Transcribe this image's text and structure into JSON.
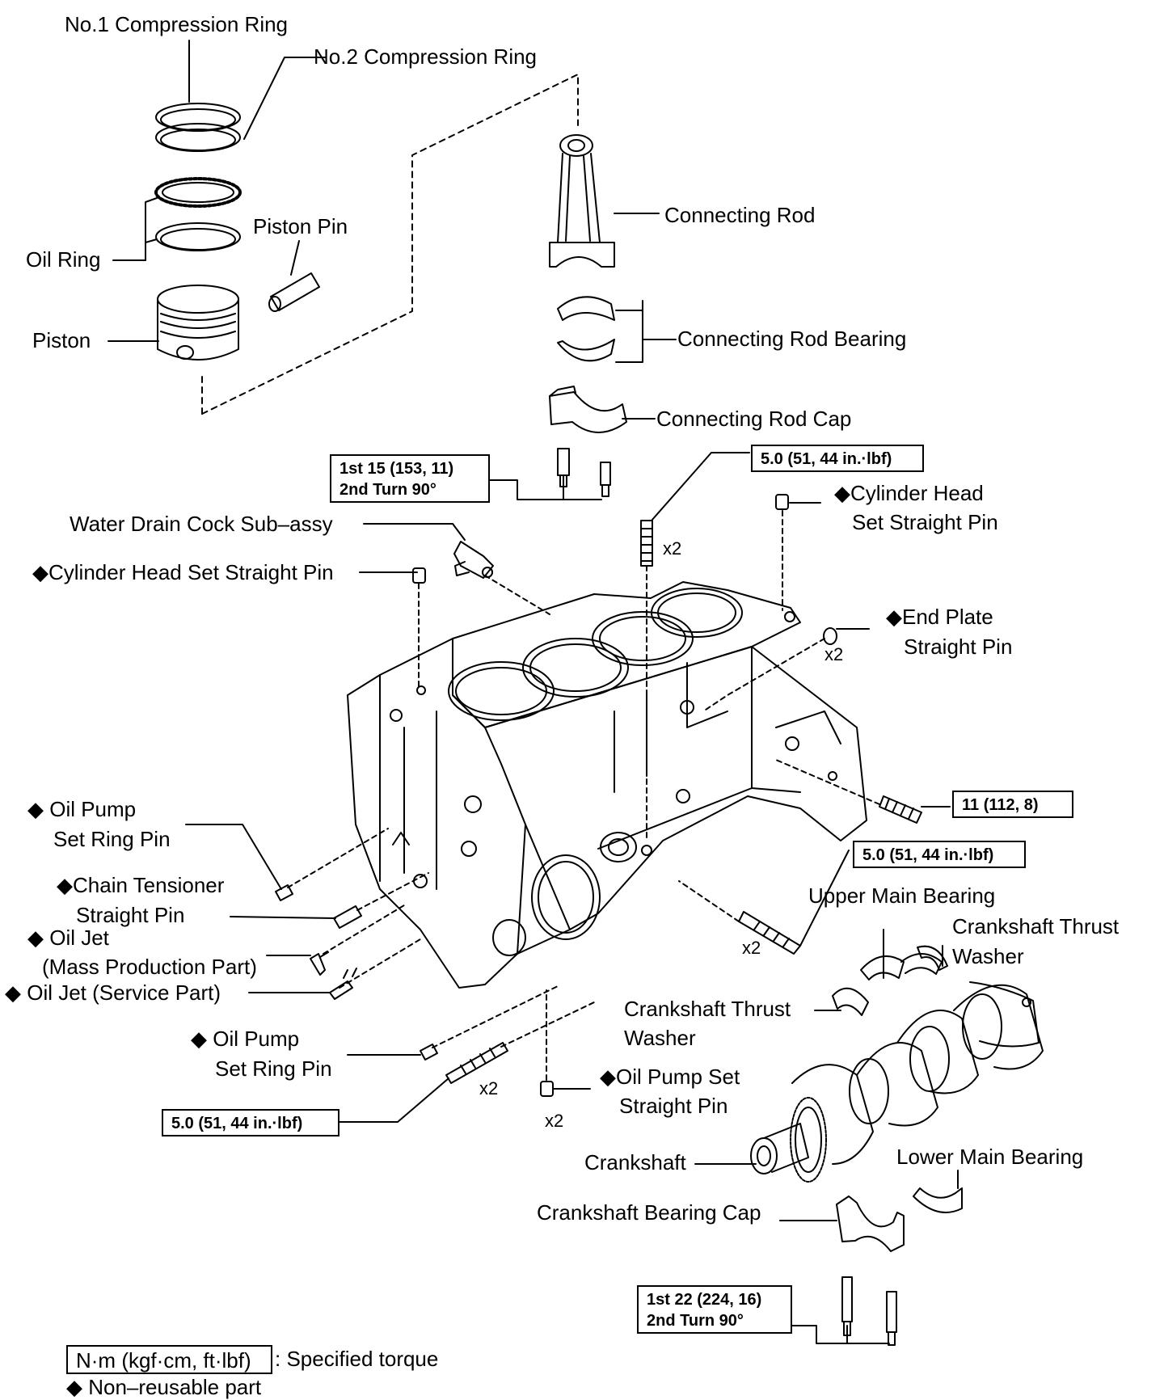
{
  "labels": {
    "no1_ring": "No.1 Compression Ring",
    "no2_ring": "No.2 Compression Ring",
    "piston_pin": "Piston Pin",
    "oil_ring": "Oil Ring",
    "piston": "Piston",
    "connecting_rod": "Connecting Rod",
    "conrod_bearing": "Connecting Rod Bearing",
    "conrod_cap": "Connecting Rod Cap",
    "water_drain": "Water Drain Cock Sub–assy",
    "cyl_head_pin_left": "◆Cylinder Head Set Straight Pin",
    "cyl_head_pin_right_1": "◆Cylinder Head",
    "cyl_head_pin_right_2": "Set Straight Pin",
    "end_plate_1": "◆End Plate",
    "end_plate_2": "Straight Pin",
    "oil_pump_set_ring_1_a": "◆ Oil Pump",
    "oil_pump_set_ring_1_b": "Set Ring Pin",
    "chain_tensioner_a": "◆Chain Tensioner",
    "chain_tensioner_b": "Straight Pin",
    "oil_jet_mass_a": "◆ Oil Jet",
    "oil_jet_mass_b": "(Mass Production Part)",
    "oil_jet_service": "◆ Oil Jet (Service Part)",
    "oil_pump_set_ring_2_a": "◆ Oil Pump",
    "oil_pump_set_ring_2_b": "Set Ring Pin",
    "oil_pump_straight_a": "◆Oil Pump Set",
    "oil_pump_straight_b": "Straight Pin",
    "upper_main_bearing": "Upper Main Bearing",
    "thrust_washer_upper_a": "Crankshaft  Thrust",
    "thrust_washer_upper_b": "Washer",
    "thrust_washer_lower_a": "Crankshaft  Thrust",
    "thrust_washer_lower_b": "Washer",
    "crankshaft": "Crankshaft",
    "lower_main_bearing": "Lower Main Bearing",
    "bearing_cap": "Crankshaft Bearing Cap"
  },
  "qty": {
    "x2_stud_top": "x2",
    "x2_end_plate": "x2",
    "x2_stud_right": "x2",
    "x2_stud_bottom": "x2",
    "x2_oil_pump_pin": "x2"
  },
  "torque": {
    "conrod_line1": "1st 15 (153, 11)",
    "conrod_line2": "2nd Turn 90°",
    "stud_top": "5.0 (51, 44 in.·lbf)",
    "plug": "11 (112, 8)",
    "stud_right": "5.0 (51, 44 in.·lbf)",
    "stud_bottom": "5.0 (51, 44 in.·lbf)",
    "main_line1": "1st 22 (224, 16)",
    "main_line2": "2nd Turn 90°"
  },
  "legend": {
    "unit_box": "N·m (kgf·cm, ft·lbf)",
    "unit_text": ": Specified torque",
    "non_reusable": "◆ Non–reusable part"
  }
}
